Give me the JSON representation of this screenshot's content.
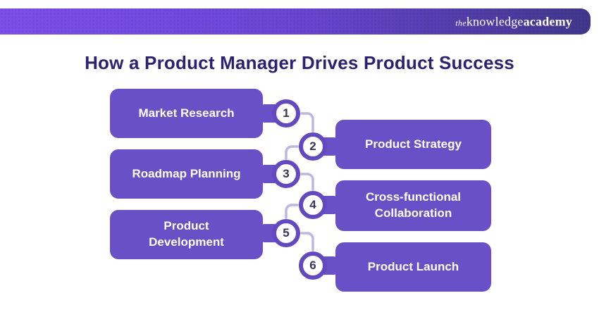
{
  "brand": {
    "the": "the",
    "knowledge": "knowledge",
    "academy": "academy"
  },
  "title": "How a Product Manager Drives Product Success",
  "steps": [
    {
      "number": "1",
      "label": "Market Research"
    },
    {
      "number": "2",
      "label": "Product Strategy"
    },
    {
      "number": "3",
      "label": "Roadmap Planning"
    },
    {
      "number": "4",
      "label": "Cross-functional Collaboration"
    },
    {
      "number": "5",
      "label": "Product Development"
    },
    {
      "number": "6",
      "label": "Product Launch"
    }
  ],
  "colors": {
    "box_purple": "#6a50c7",
    "circle_ring_purple": "#6349bf",
    "connector_lavender": "#beb5e3",
    "title_indigo": "#2e2170",
    "banner_gradient_start": "#7d4fe9",
    "banner_gradient_end": "#41378a",
    "number_text": "#3a3558",
    "background": "#ffffff"
  }
}
